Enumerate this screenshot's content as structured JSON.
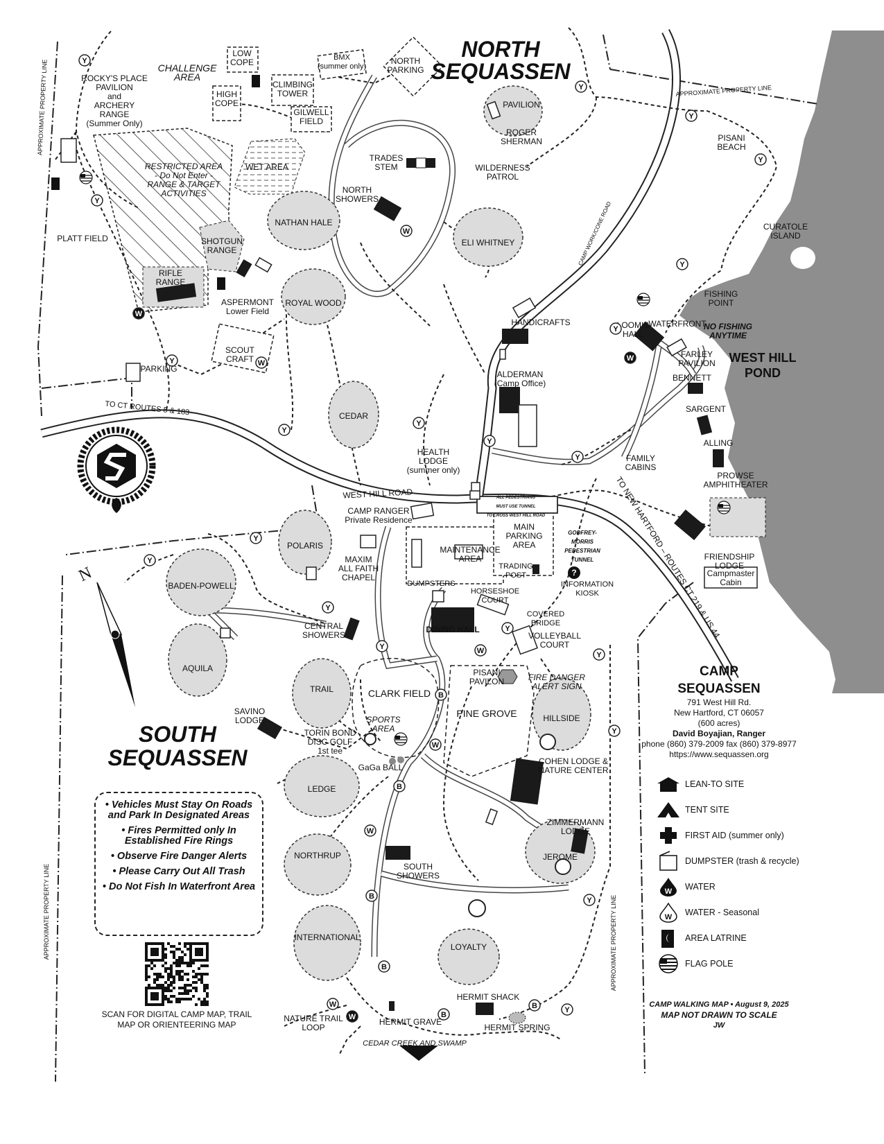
{
  "title": {
    "north": [
      "NORTH",
      "SEQUASSEN"
    ],
    "south": [
      "SOUTH",
      "SEQUASSEN"
    ],
    "waterbody": [
      "WEST HILL",
      "POND"
    ]
  },
  "roads": {
    "west_hill": "WEST HILL ROAD",
    "to_ct": "TO CT ROUTES 8 & 183",
    "to_nh": "TO NEW HARTFORD – ROUTES CT 219 & US 44",
    "work_road": "CAMP WORK/CONE ROAD",
    "property_line": "APPROXIMATE PROPERTY LINE"
  },
  "tent_sites": [
    "NATHAN HALE",
    "ELI WHITNEY",
    "ROYAL WOOD",
    "CEDAR",
    "POLARIS",
    "BADEN-POWELL",
    "AQUILA",
    "LOYALTY"
  ],
  "leanto_sites": [
    "TRAIL",
    "LEDGE",
    "NORTHRUP",
    "INTERNATIONAL",
    "HILLSIDE",
    "JEROME"
  ],
  "labels": {
    "rockys": [
      "ROCKY'S PLACE",
      "PAVILION",
      "and",
      "ARCHERY",
      "RANGE",
      "(Summer Only)"
    ],
    "challenge": [
      "CHALLENGE",
      "AREA"
    ],
    "low_cope": [
      "LOW",
      "COPE"
    ],
    "high_cope": [
      "HIGH",
      "COPE"
    ],
    "climbing": [
      "CLIMBING",
      "TOWER"
    ],
    "gilwell": [
      "GILWELL",
      "FIELD"
    ],
    "bmx": [
      "BMX",
      "(summer only)"
    ],
    "north_parking": [
      "NORTH",
      "PARKING"
    ],
    "pavilion": "PAVILION",
    "roger_sherman": [
      "ROGER",
      "SHERMAN"
    ],
    "trades": [
      "TRADES",
      "STEM"
    ],
    "wilderness": [
      "WILDERNESS",
      "PATROL"
    ],
    "restricted": [
      "RESTRICTED AREA",
      "- Do Not Enter -",
      "RANGE & TARGET",
      "ACTIVITIES"
    ],
    "wet_area": "WET AREA",
    "north_showers": [
      "NORTH",
      "SHOWERS"
    ],
    "platt": "PLATT FIELD",
    "shotgun": [
      "SHOTGUN",
      "RANGE"
    ],
    "rifle": [
      "RIFLE",
      "RANGE"
    ],
    "aspermont": [
      "ASPERMONT",
      "Lower Field"
    ],
    "scout_craft": [
      "SCOUT",
      "CRAFT"
    ],
    "parking": "PARKING",
    "handicrafts": "HANDICRAFTS",
    "alderman": [
      "ALDERMAN",
      "(Camp Office)"
    ],
    "health": [
      "HEALTH",
      "LODGE",
      "(summer only)"
    ],
    "curatole": [
      "CURATOLE",
      "ISLAND"
    ],
    "pisani_beach": [
      "PISANI",
      "BEACH"
    ],
    "fishing": [
      "FISHING",
      "POINT"
    ],
    "no_fishing": [
      "NO FISHING",
      "ANYTIME"
    ],
    "loomis": [
      "LOOMIS",
      "HALL"
    ],
    "waterfront": "WATERFRONT",
    "farley": [
      "FARLEY",
      "PAVILION"
    ],
    "bennett": "BENNETT",
    "sargent": "SARGENT",
    "alling": "ALLING",
    "family_cabins": [
      "FAMILY",
      "CABINS"
    ],
    "prowse": [
      "PROWSE",
      "AMPHITHEATER"
    ],
    "friendship": [
      "FRIENDSHIP",
      "LODGE"
    ],
    "campmaster": [
      "Campmaster",
      "Cabin"
    ],
    "pedestrians": [
      "ALL PEDESTRIANS",
      "MUST USE TUNNEL",
      "TO CROSS WEST HILL ROAD"
    ],
    "tunnel": [
      "GODFREY-",
      "MORRIS",
      "PEDESTRIAN",
      "TUNNEL"
    ],
    "ranger_res": [
      "CAMP RANGER",
      "Private Residence"
    ],
    "main_parking": [
      "MAIN",
      "PARKING",
      "AREA"
    ],
    "maintenance": [
      "MAINTENANCE",
      "AREA"
    ],
    "maxim": [
      "MAXIM",
      "ALL FAITH",
      "CHAPEL"
    ],
    "trading": [
      "TRADING",
      "POST"
    ],
    "kiosk": [
      "INFORMATION",
      "KIOSK"
    ],
    "dumpsters": "DUMPSTERS",
    "horseshoe": [
      "HORSESHOE",
      "COURT"
    ],
    "covered": [
      "COVERED",
      "BRIDGE"
    ],
    "volleyball": [
      "VOLLEYBALL",
      "COURT"
    ],
    "fire_danger": [
      "FIRE DANGER",
      "ALERT SIGN"
    ],
    "dining": "DINING HALL",
    "central_showers": [
      "CENTRAL",
      "SHOWERS"
    ],
    "clark": "CLARK FIELD",
    "sports": [
      "SPORTS",
      "AREA"
    ],
    "pisani_pavilon": [
      "PISANI",
      "PAVILON"
    ],
    "pine_grove": "PINE GROVE",
    "savino": [
      "SAVINO",
      "LODGE"
    ],
    "disc_golf": [
      "TORIN BOND",
      "DISC GOLF",
      "1st tee"
    ],
    "gaga": "GaGa BALL",
    "cohen": [
      "COHEN  LODGE &",
      "NATURE CENTER"
    ],
    "zimmermann": [
      "ZIMMERMANN",
      "LODGE"
    ],
    "south_showers": [
      "SOUTH",
      "SHOWERS"
    ],
    "hermit_shack": "HERMIT SHACK",
    "hermit_grave": "HERMIT GRAVE",
    "hermit_spring": "HERMIT SPRING",
    "nature_trail": [
      "NATURE TRAIL",
      "LOOP"
    ],
    "cedar_creek": "CEDAR CREEK AND SWAMP",
    "compass": "N"
  },
  "rules": [
    "• Vehicles Must Stay On Roads and Park In Designated Areas",
    "• Fires Permitted only In Established Fire Rings",
    "• Observe Fire Danger Alerts",
    "• Please Carry Out All Trash",
    "• Do Not Fish In Waterfront Area"
  ],
  "camp_info": {
    "name": [
      "CAMP",
      "SEQUASSEN"
    ],
    "address1": "791 West Hill Rd.",
    "address2": "New Hartford, CT 06057",
    "acres": "(600 acres)",
    "ranger": "David Boyajian, Ranger",
    "phone": "phone (860) 379-2009    fax (860) 379-8977",
    "web": "https://www.sequassen.org"
  },
  "legend": [
    {
      "icon": "leanto-icon",
      "label": "LEAN-TO SITE"
    },
    {
      "icon": "tent-icon",
      "label": "TENT SITE"
    },
    {
      "icon": "first-aid-icon",
      "label": "FIRST AID (summer only)"
    },
    {
      "icon": "dumpster-icon",
      "label": "DUMPSTER (trash & recycle)"
    },
    {
      "icon": "water-icon",
      "label": "WATER"
    },
    {
      "icon": "water-seasonal-icon",
      "label": "WATER - Seasonal"
    },
    {
      "icon": "latrine-icon",
      "label": "AREA LATRINE"
    },
    {
      "icon": "flag-pole-icon",
      "label": "FLAG POLE"
    }
  ],
  "footer": {
    "line1": "CAMP WALKING MAP    •    August 9, 2025",
    "line2": "MAP NOT DRAWN TO SCALE",
    "line3": "JW"
  },
  "qr_caption": [
    "SCAN FOR DIGITAL CAMP MAP, TRAIL",
    "MAP OR ORIENTEERING MAP"
  ],
  "markers": {
    "y": "Y",
    "b": "B",
    "w": "W"
  },
  "colors": {
    "water": "#8e8e8e",
    "site_fill": "#dcdcdc",
    "building": "#1a1a1a"
  }
}
